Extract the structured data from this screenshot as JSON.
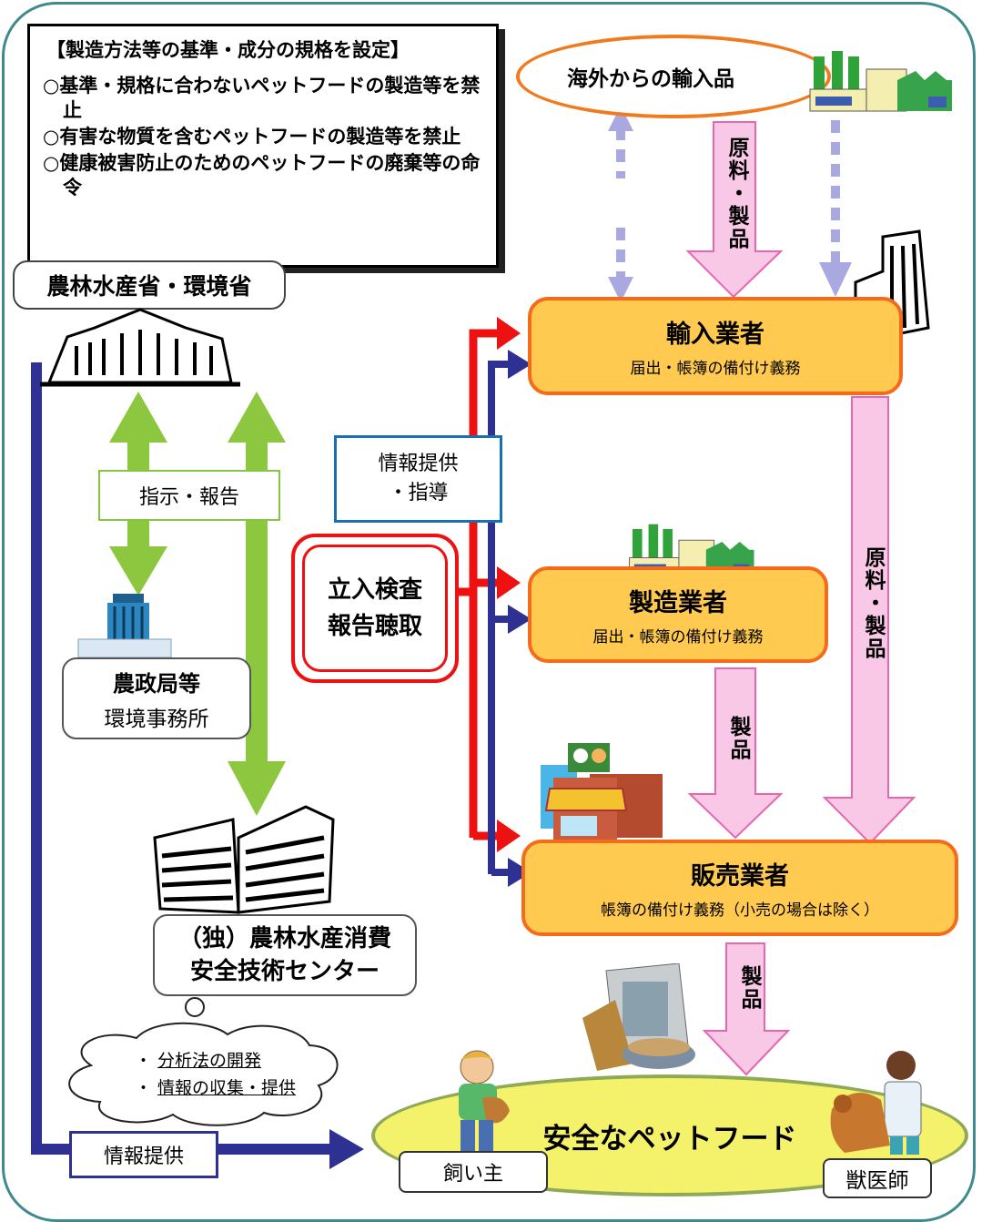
{
  "regulation": {
    "title": "【製造方法等の基準・成分の規格を設定】",
    "items": [
      "○基準・規格に合わないペットフードの製造等を禁止",
      "○有害な物質を含むペットフードの製造等を禁止",
      "○健康被害防止のためのペットフードの廃棄等の命令"
    ]
  },
  "ministry": "農林水産省・環境省",
  "import_source": "海外からの輸入品",
  "importer": {
    "title": "輸入業者",
    "sub": "届出・帳簿の備付け義務"
  },
  "manufacturer": {
    "title": "製造業者",
    "sub": "届出・帳簿の備付け義務"
  },
  "retailer": {
    "title": "販売業者",
    "sub": "帳簿の備付け義務（小売の場合は除く）"
  },
  "info_guidance": [
    "情報提供",
    "・指導"
  ],
  "inspection": [
    "立入検査",
    "報告聴取"
  ],
  "instruction_report": "指示・報告",
  "regional_office": {
    "title": "農政局等",
    "sub": "環境事務所"
  },
  "famic": [
    "（独）農林水産消費",
    "安全技術センター"
  ],
  "famic_tasks": [
    "分析法の開発",
    "情報の収集・提供"
  ],
  "info_provision": "情報提供",
  "safe_food": "安全なペットフード",
  "owner": "飼い主",
  "vet": "獣医師",
  "flow_labels": {
    "raw_products_1": "原料・製品",
    "raw_products_2": "原料・製品",
    "product_1": "製品",
    "product_2": "製品"
  },
  "colors": {
    "frame": "#3f8a8c",
    "orange_fill": "#ffca4f",
    "orange_border": "#f46b1a",
    "green_arrow": "#8dc63f",
    "navy_arrow": "#2e3192",
    "red_arrow": "#ee1111",
    "pink_arrow": "#f9c8e6",
    "lavender_dashed": "#a9a8e0",
    "safe_fill": "#f4f16a"
  }
}
